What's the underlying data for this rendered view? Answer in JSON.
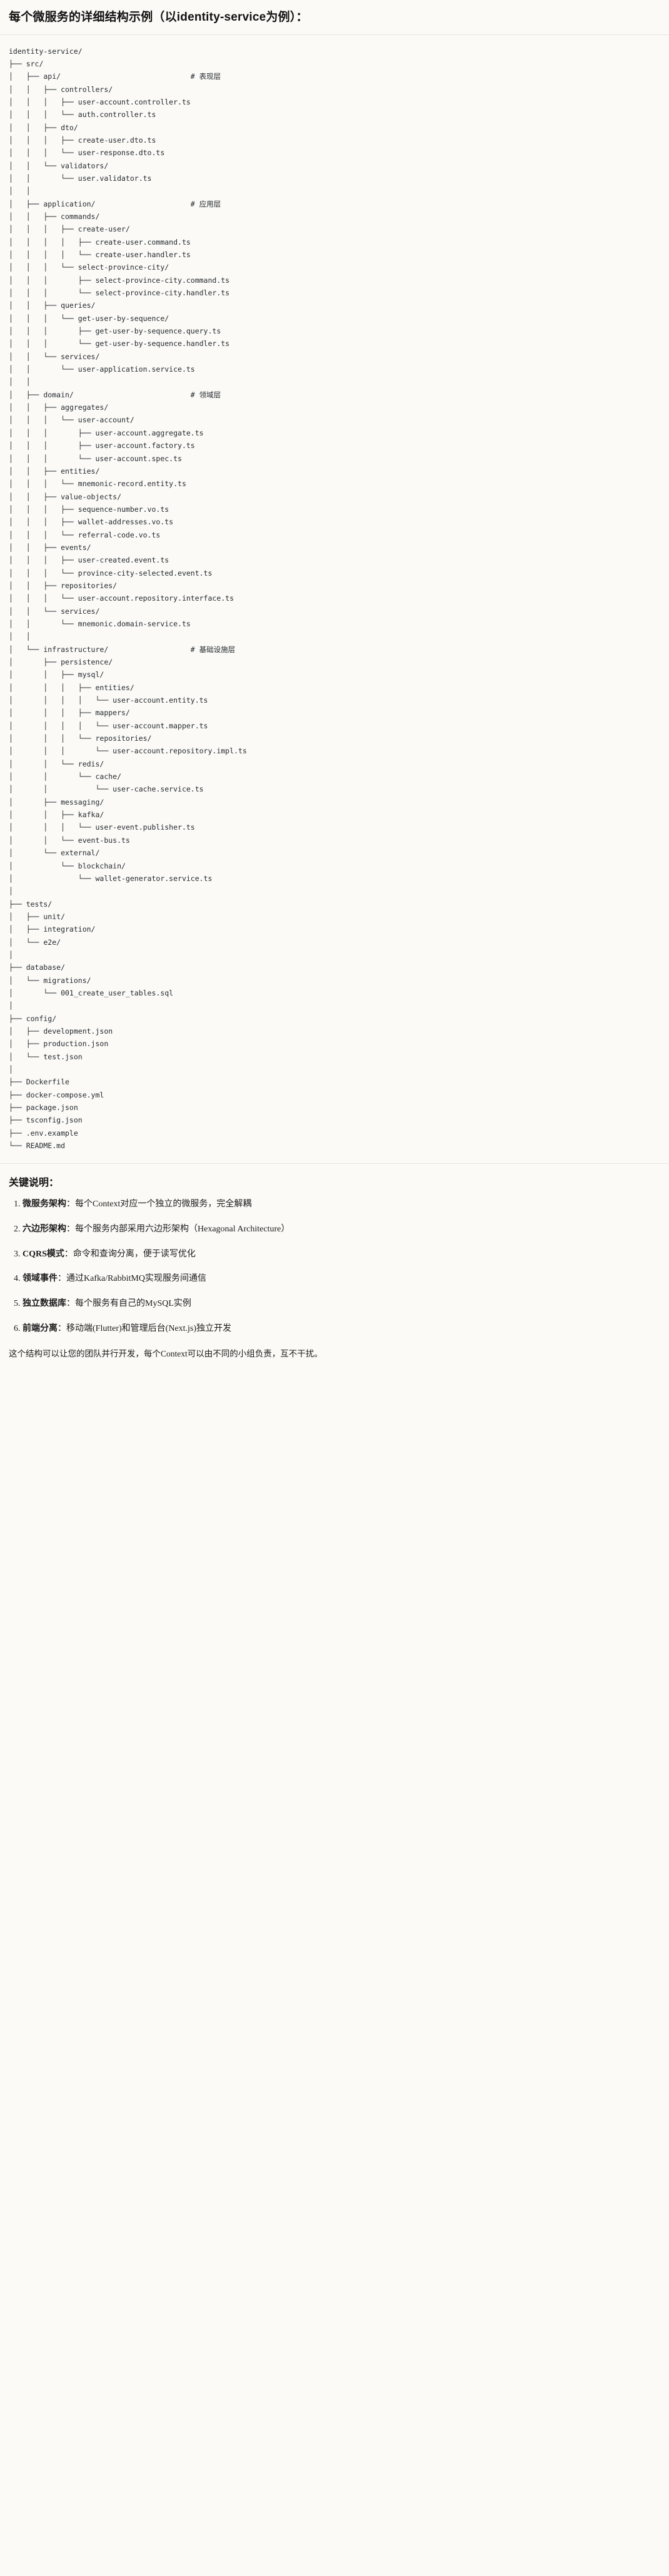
{
  "header": {
    "title": "每个微服务的详细结构示例（以identity-service为例）："
  },
  "tree": {
    "root_label": "identity-service/",
    "comments": {
      "api": "# 表现层",
      "application": "# 应用层",
      "domain": "# 领域层",
      "infrastructure": "# 基础设施层"
    },
    "text": "identity-service/\n├── src/\n│   ├── api/                              # 表现层\n│   │   ├── controllers/\n│   │   │   ├── user-account.controller.ts\n│   │   │   └── auth.controller.ts\n│   │   ├── dto/\n│   │   │   ├── create-user.dto.ts\n│   │   │   └── user-response.dto.ts\n│   │   └── validators/\n│   │       └── user.validator.ts\n│   │\n│   ├── application/                      # 应用层\n│   │   ├── commands/\n│   │   │   ├── create-user/\n│   │   │   │   ├── create-user.command.ts\n│   │   │   │   └── create-user.handler.ts\n│   │   │   └── select-province-city/\n│   │   │       ├── select-province-city.command.ts\n│   │   │       └── select-province-city.handler.ts\n│   │   ├── queries/\n│   │   │   └── get-user-by-sequence/\n│   │   │       ├── get-user-by-sequence.query.ts\n│   │   │       └── get-user-by-sequence.handler.ts\n│   │   └── services/\n│   │       └── user-application.service.ts\n│   │\n│   ├── domain/                           # 领域层\n│   │   ├── aggregates/\n│   │   │   └── user-account/\n│   │   │       ├── user-account.aggregate.ts\n│   │   │       ├── user-account.factory.ts\n│   │   │       └── user-account.spec.ts\n│   │   ├── entities/\n│   │   │   └── mnemonic-record.entity.ts\n│   │   ├── value-objects/\n│   │   │   ├── sequence-number.vo.ts\n│   │   │   ├── wallet-addresses.vo.ts\n│   │   │   └── referral-code.vo.ts\n│   │   ├── events/\n│   │   │   ├── user-created.event.ts\n│   │   │   └── province-city-selected.event.ts\n│   │   ├── repositories/\n│   │   │   └── user-account.repository.interface.ts\n│   │   └── services/\n│   │       └── mnemonic.domain-service.ts\n│   │\n│   └── infrastructure/                   # 基础设施层\n│       ├── persistence/\n│       │   ├── mysql/\n│       │   │   ├── entities/\n│       │   │   │   └── user-account.entity.ts\n│       │   │   ├── mappers/\n│       │   │   │   └── user-account.mapper.ts\n│       │   │   └── repositories/\n│       │   │       └── user-account.repository.impl.ts\n│       │   └── redis/\n│       │       └── cache/\n│       │           └── user-cache.service.ts\n│       ├── messaging/\n│       │   ├── kafka/\n│       │   │   └── user-event.publisher.ts\n│       │   └── event-bus.ts\n│       └── external/\n│           └── blockchain/\n│               └── wallet-generator.service.ts\n│\n├── tests/\n│   ├── unit/\n│   ├── integration/\n│   └── e2e/\n│\n├── database/\n│   └── migrations/\n│       └── 001_create_user_tables.sql\n│\n├── config/\n│   ├── development.json\n│   ├── production.json\n│   └── test.json\n│\n├── Dockerfile\n├── docker-compose.yml\n├── package.json\n├── tsconfig.json\n├── .env.example\n└── README.md"
  },
  "notes": {
    "heading": "关键说明：",
    "items": [
      {
        "term": "微服务架构",
        "sep": "：",
        "desc": "每个Context对应一个独立的微服务，完全解耦"
      },
      {
        "term": "六边形架构",
        "sep": "：",
        "desc": "每个服务内部采用六边形架构（Hexagonal Architecture）"
      },
      {
        "term": "CQRS模式",
        "sep": "：",
        "desc": "命令和查询分离，便于读写优化"
      },
      {
        "term": "领域事件",
        "sep": "：",
        "desc": "通过Kafka/RabbitMQ实现服务间通信"
      },
      {
        "term": "独立数据库",
        "sep": "：",
        "desc": "每个服务有自己的MySQL实例"
      },
      {
        "term": "前端分离",
        "sep": "：",
        "desc": "移动端(Flutter)和管理后台(Next.js)独立开发"
      }
    ],
    "footer": "这个结构可以让您的团队并行开发，每个Context可以由不同的小组负责，互不干扰。"
  }
}
